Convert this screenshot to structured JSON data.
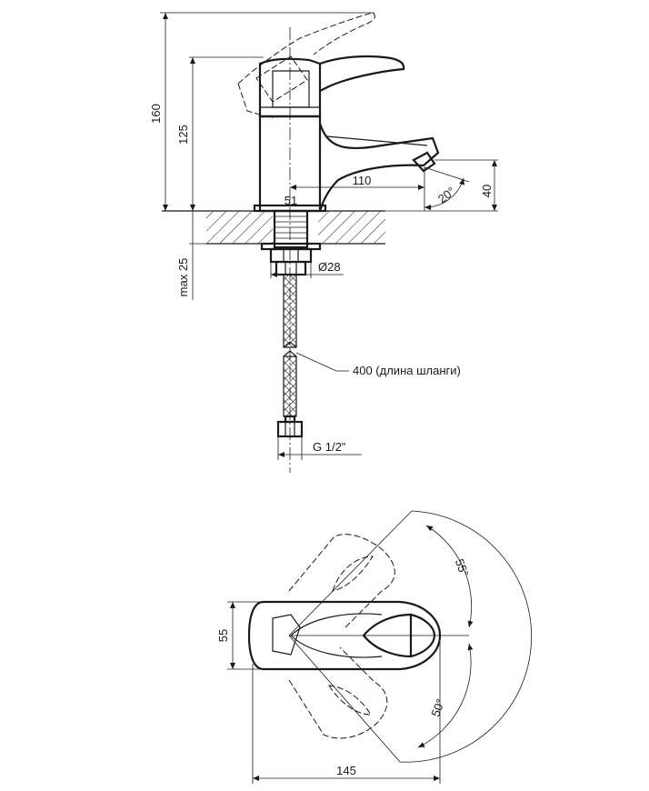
{
  "side_view": {
    "height_total": "160",
    "height_spout": "125",
    "spout_reach": "110",
    "body_offset": "51",
    "spout_drop": "40",
    "spout_angle": "20°",
    "mount_diameter": "Ø28",
    "max_thickness": "max 25",
    "hose_length": "400 (длина шланги)",
    "connection_thread": "G 1/2\""
  },
  "top_view": {
    "body_width": "55",
    "total_length": "145",
    "rotation_right": "55°",
    "rotation_left": "50°"
  }
}
